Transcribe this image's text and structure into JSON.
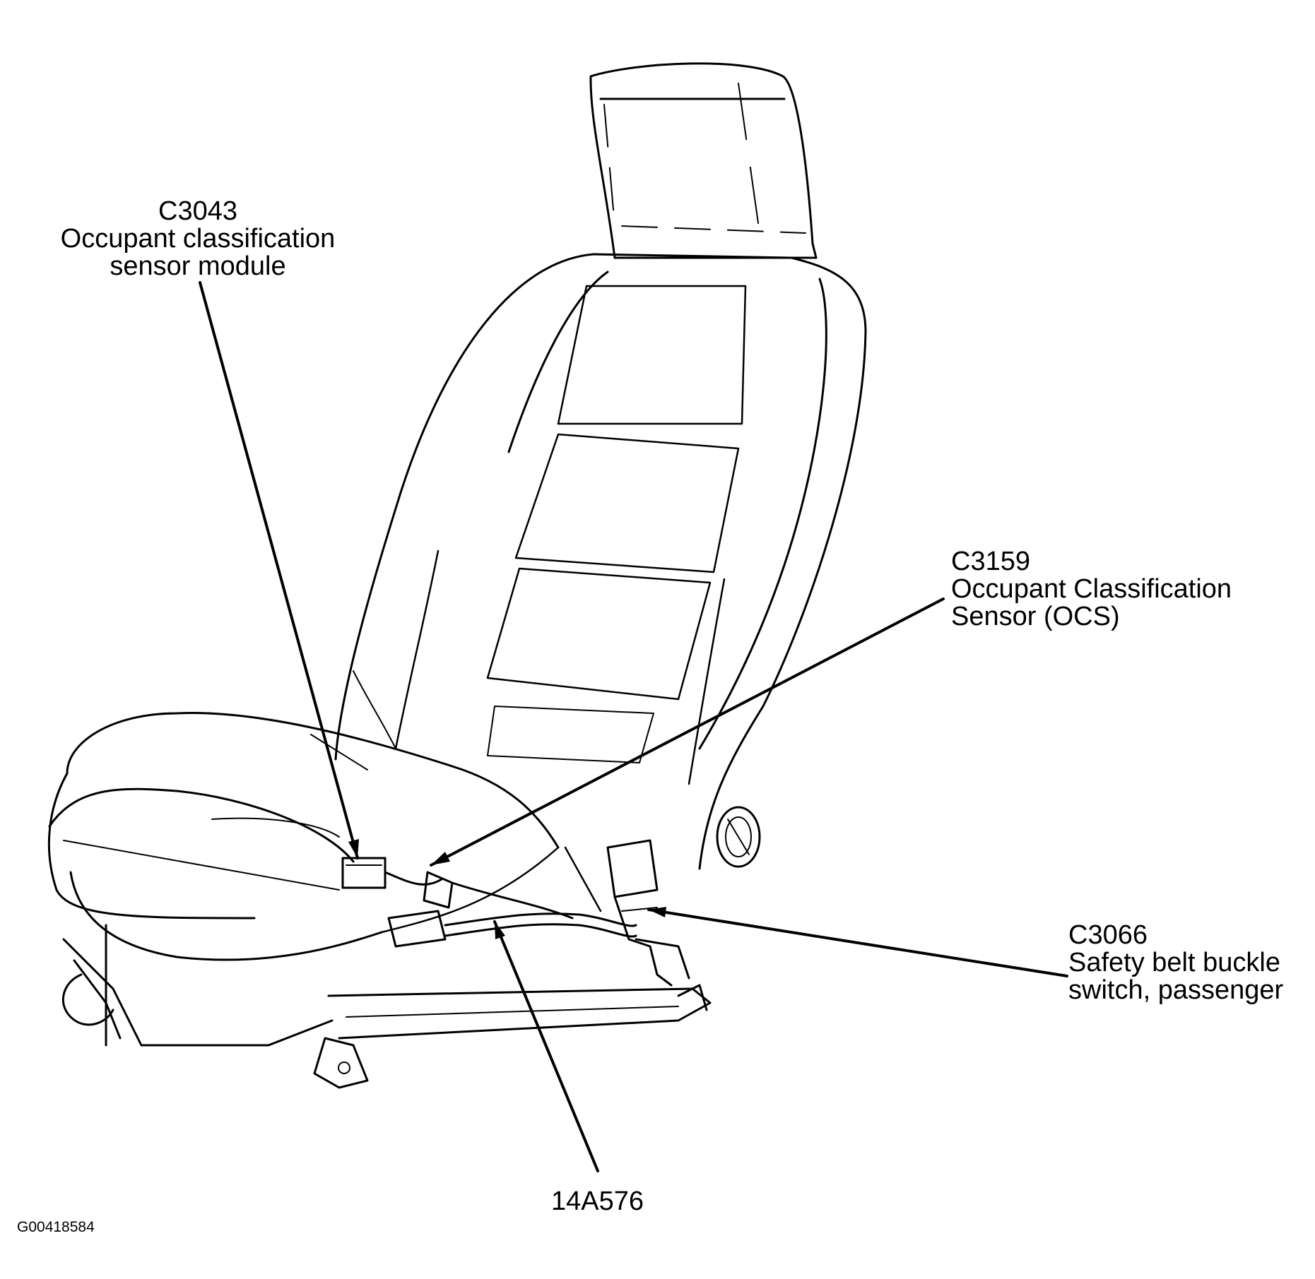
{
  "callouts": {
    "ocs_module": {
      "code": "C3043",
      "line1": "Occupant classification",
      "line2": "sensor module"
    },
    "ocs_sensor": {
      "code": "C3159",
      "line1": "Occupant Classification",
      "line2": "Sensor (OCS)"
    },
    "belt_switch": {
      "code": "C3066",
      "line1": "Safety belt buckle",
      "line2": "switch, passenger"
    },
    "harness": {
      "code": "14A576"
    }
  },
  "figure_id": "G00418584"
}
